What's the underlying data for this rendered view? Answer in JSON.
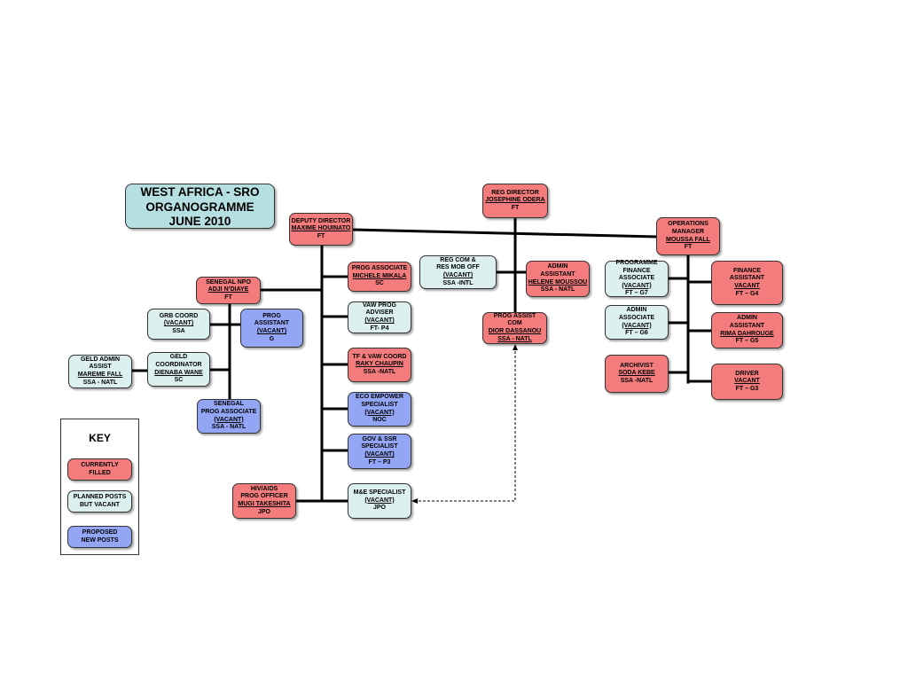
{
  "title": {
    "line1": "WEST AFRICA - SRO",
    "line2": "ORGANOGRAMME",
    "line3": "JUNE 2010"
  },
  "colors": {
    "currently_filled": "#f47c7c",
    "planned_vacant": "#dcf0ef",
    "proposed_new": "#93a6f6",
    "title_box": "#b6dfe2"
  },
  "boxes": {
    "reg_director": [
      "REG DIRECTOR",
      "JOSEPHINE ODERA",
      "FT"
    ],
    "deputy_director": [
      "DEPUTY DIRECTOR",
      "MAXIME HOUINATO",
      "FT"
    ],
    "operations_manager": [
      "OPERATIONS",
      "MANAGER",
      "MOUSSA FALL",
      "FT"
    ],
    "prog_associate_mikala": [
      "PROG ASSOCIATE",
      "MICHELE MIKALA",
      "SC"
    ],
    "reg_com_res_mob": [
      "REG COM &",
      "RES MOB OFF",
      "(VACANT)",
      "SSA -INTL"
    ],
    "admin_assistant_moussou": [
      "ADMIN",
      "ASSISTANT",
      "HELENE MOUSSOU",
      "SSA - NATL"
    ],
    "programme_finance_associate": [
      "PROGRAMME",
      "FINANCE",
      "ASSOCIATE",
      "(VACANT)",
      "FT – G7"
    ],
    "finance_assistant": [
      "FINANCE",
      "ASSISTANT",
      "VACANT",
      "FT – G4"
    ],
    "senegal_npo": [
      "SENEGAL NPO",
      "ADJI N’DIAYE",
      "FT"
    ],
    "vaw_prog_adviser": [
      "VAW PROG",
      "ADVISER",
      "(VACANT)",
      "FT- P4"
    ],
    "grb_coord": [
      "GRB COORD",
      "(VACANT)",
      "SSA"
    ],
    "prog_assistant_new": [
      "PROG",
      "ASSISTANT",
      "(VACANT)",
      "G"
    ],
    "prog_assist_com": [
      "PROG ASSIST",
      "COM",
      "DIOR DASSANOU",
      "SSA - NATL"
    ],
    "admin_associate": [
      "ADMIN",
      "ASSOCIATE",
      "(VACANT)",
      "FT – G6"
    ],
    "admin_assistant_dahrouge": [
      "ADMIN",
      "ASSISTANT",
      "RIMA DAHROUGE",
      "FT – G5"
    ],
    "tf_vaw_coord": [
      "TF & VAW COORD",
      "RAKY CHAUPIN",
      "SSA -NATL"
    ],
    "geld_admin_assist": [
      "GELD ADMIN",
      "ASSIST",
      "MAREME FALL",
      "SSA - NATL"
    ],
    "geld_coordinator": [
      "GELD",
      "COORDINATOR",
      "DIENABA WANE",
      "SC"
    ],
    "archivist": [
      "ARCHIVIST",
      "SODA KEBE",
      "SSA -NATL"
    ],
    "driver": [
      "DRIVER",
      "VACANT",
      "FT – G3"
    ],
    "eco_empower": [
      "ECO EMPOWER",
      "SPECIALIST",
      "(VACANT)",
      "NOC"
    ],
    "senegal_prog_associate": [
      "SENEGAL",
      "PROG ASSOCIATE",
      "(VACANT)",
      "SSA - NATL"
    ],
    "gov_ssr": [
      "GOV & SSR",
      "SPECIALIST",
      "(VACANT)",
      "FT – P3"
    ],
    "hiv_aids": [
      "HIV/AIDS",
      "PROG OFFICER",
      "MUGI TAKESHITA",
      "JPO"
    ],
    "me_specialist": [
      "M&E SPECIALIST",
      "(VACANT)",
      "JPO"
    ]
  },
  "key": {
    "heading": "KEY",
    "currently_filled": [
      "CURRENTLY",
      "FILLED"
    ],
    "planned_vacant": [
      "PLANNED POSTS",
      "BUT VACANT"
    ],
    "proposed_new": [
      "PROPOSED",
      "NEW POSTS"
    ]
  }
}
